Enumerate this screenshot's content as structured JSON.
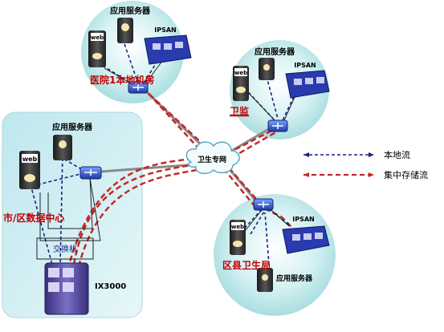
{
  "labels": {
    "app_server": "应用服务器",
    "web": "web",
    "ipsan": "IPSAN",
    "hospital": "医院1本地机房",
    "health_bureau_monitor": "卫监",
    "district_health": "区县卫生局",
    "city_center": "市/区数据中心",
    "switch": "交换机",
    "storage_model": "IX3000",
    "health_net": "卫生专网"
  },
  "legend": {
    "local_flow": "本地流",
    "central_flow": "集中存储流"
  },
  "colors": {
    "local_flow": "#1a237e",
    "central_flow": "#c62828",
    "node_label_red": "#c00000",
    "bubble_fill": "#cfeff0",
    "panel_fill": "#cdeef2"
  }
}
